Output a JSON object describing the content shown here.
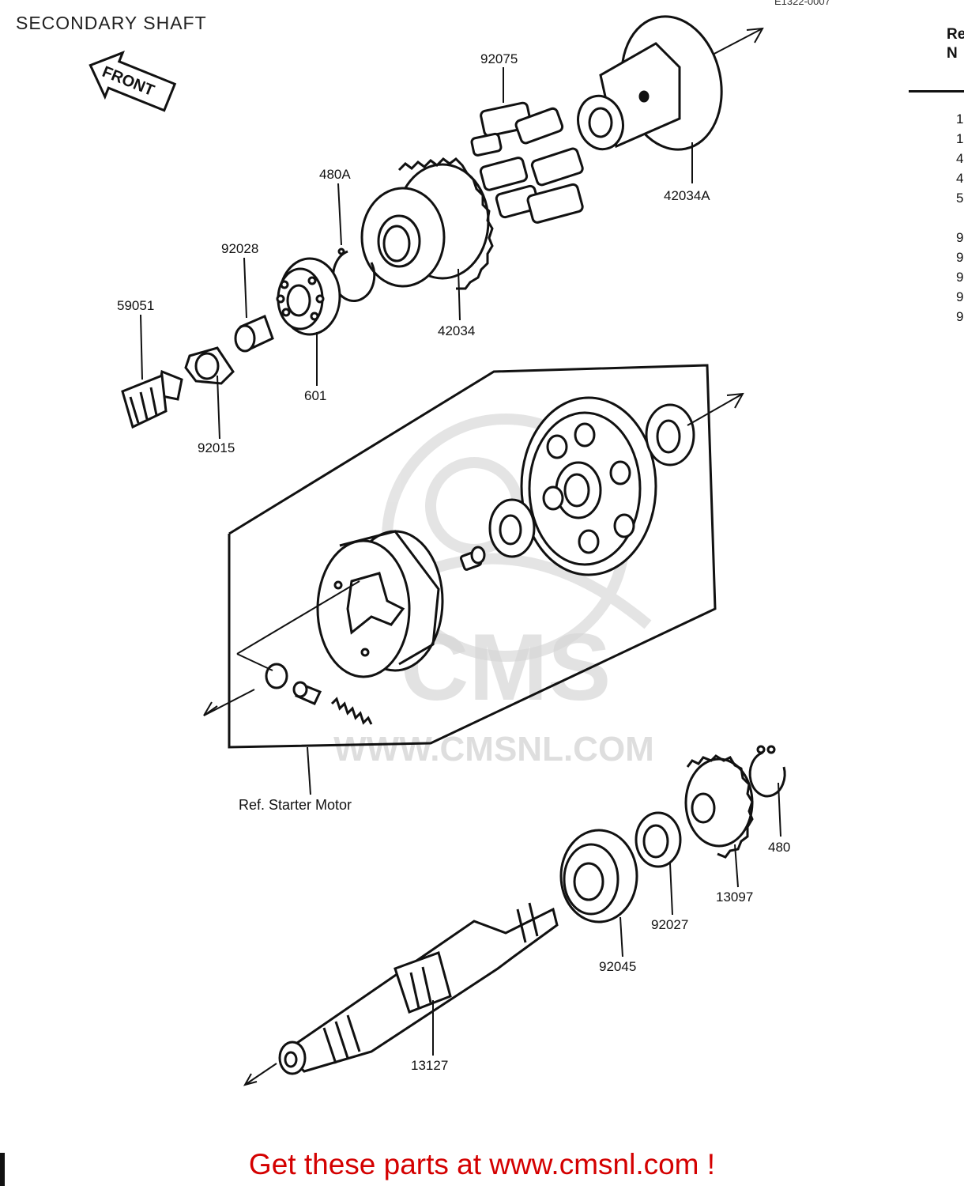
{
  "page": {
    "title": "SECONDARY SHAFT",
    "code": "E1322-0007"
  },
  "front_label": "FRONT",
  "side_panel": {
    "heading": [
      "Re",
      "N"
    ],
    "items": [
      "1",
      "1",
      "4",
      "4",
      "5",
      "",
      "9",
      "9",
      "9",
      "9",
      "9"
    ]
  },
  "parts": {
    "p92075": "92075",
    "p42034A": "42034A",
    "p480A": "480A",
    "p92028": "92028",
    "p59051": "59051",
    "p42034": "42034",
    "p601": "601",
    "p92015": "92015",
    "p480": "480",
    "p13097": "13097",
    "p92027": "92027",
    "p92045": "92045",
    "p13127": "13127"
  },
  "reference": "Ref. Starter Motor",
  "watermark": {
    "brand": "CMS",
    "url": "WWW.CMSNL.COM"
  },
  "footer": {
    "cta": "Get these parts at www.cmsnl.com !"
  },
  "colors": {
    "ink": "#111111",
    "cta": "#d40000",
    "watermark": "#c8c8c8"
  }
}
